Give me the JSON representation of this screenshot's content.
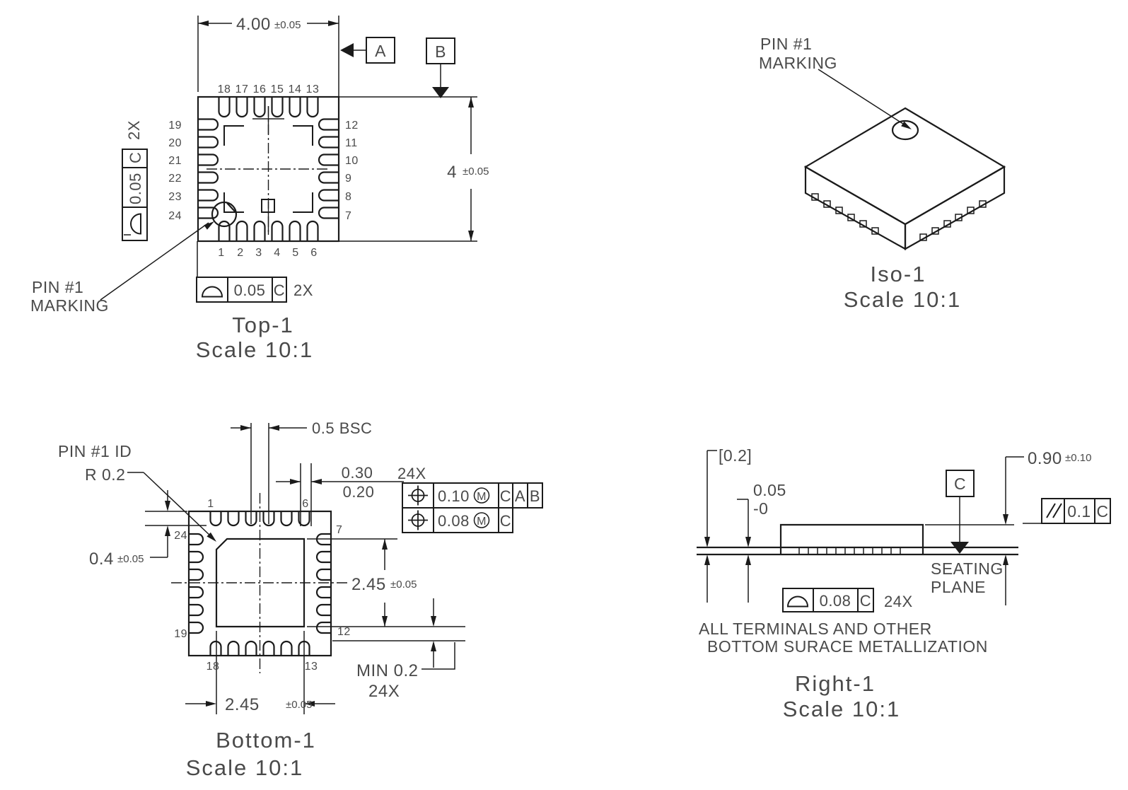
{
  "drawing": {
    "top_view": {
      "title": "Top-1",
      "scale": "Scale 10:1",
      "dim_width": {
        "value": "4.00",
        "tol": "±0.05"
      },
      "dim_height": {
        "value": "4",
        "tol": "±0.05"
      },
      "datum_a": "A",
      "datum_b": "B",
      "pins_top": [
        "18",
        "17",
        "16",
        "15",
        "14",
        "13"
      ],
      "pins_left": [
        "19",
        "20",
        "21",
        "22",
        "23",
        "24"
      ],
      "pins_right": [
        "12",
        "11",
        "10",
        "9",
        "8",
        "7"
      ],
      "pins_bottom": [
        "1",
        "2",
        "3",
        "4",
        "5",
        "6"
      ],
      "side_frame": {
        "qty": "2X",
        "tolerance": "0.05",
        "datum": "C",
        "symbol": "profile-of-surface"
      },
      "bottom_frame": {
        "tolerance": "0.05",
        "datum": "C",
        "qty": "2X",
        "symbol": "profile-of-surface"
      },
      "pin1_note": {
        "line1": "PIN #1",
        "line2": "MARKING"
      }
    },
    "iso_view": {
      "title": "Iso-1",
      "scale": "Scale 10:1",
      "pin1_note": {
        "line1": "PIN #1",
        "line2": "MARKING"
      }
    },
    "bottom_view": {
      "title": "Bottom-1",
      "scale": "Scale 10:1",
      "dim_pitch": "0.5 BSC",
      "dim_lead_width": {
        "upper": "0.30",
        "lower": "0.20",
        "qty": "24X"
      },
      "fcf_row1": {
        "symbol": "position",
        "tolerance": "0.10",
        "modifier": "M",
        "datums": [
          "C",
          "A",
          "B"
        ]
      },
      "fcf_row2": {
        "symbol": "position",
        "tolerance": "0.08",
        "modifier": "M",
        "datum": "C"
      },
      "pin1_note": {
        "line1": "PIN #1 ID",
        "line2": "R 0.2"
      },
      "dim_lead_length": {
        "value": "0.4",
        "tol": "±0.05"
      },
      "dim_pad_v": {
        "value": "2.45",
        "tol": "±0.05"
      },
      "dim_pad_h": {
        "value": "2.45",
        "tol": "±0.05"
      },
      "dim_clearance": {
        "line1": "MIN 0.2",
        "line2": "24X"
      },
      "pin_labels": {
        "p1": "1",
        "p6": "6",
        "p7": "7",
        "p12": "12",
        "p13": "13",
        "p18": "18",
        "p19": "19",
        "p24": "24"
      }
    },
    "right_view": {
      "title": "Right-1",
      "scale": "Scale 10:1",
      "dim_ref": "[0.2]",
      "dim_standoff": {
        "line1": "0.05",
        "line2": "-0"
      },
      "datum_c": "C",
      "seating_plane": {
        "line1": "SEATING",
        "line2": "PLANE"
      },
      "dim_height": {
        "value": "0.90",
        "tol": "±0.10"
      },
      "fcf_parallelism": {
        "symbol": "parallelism",
        "tolerance": "0.1",
        "datum": "C"
      },
      "fcf_profile": {
        "symbol": "profile-of-surface",
        "tolerance": "0.08",
        "datum": "C",
        "qty": "24X"
      },
      "note_line1": "ALL TERMINALS AND OTHER",
      "note_line2": "BOTTOM SURACE METALLIZATION"
    },
    "colors": {
      "line": "#1b1b1b",
      "text": "#4a4a4a",
      "background": "#ffffff"
    }
  }
}
